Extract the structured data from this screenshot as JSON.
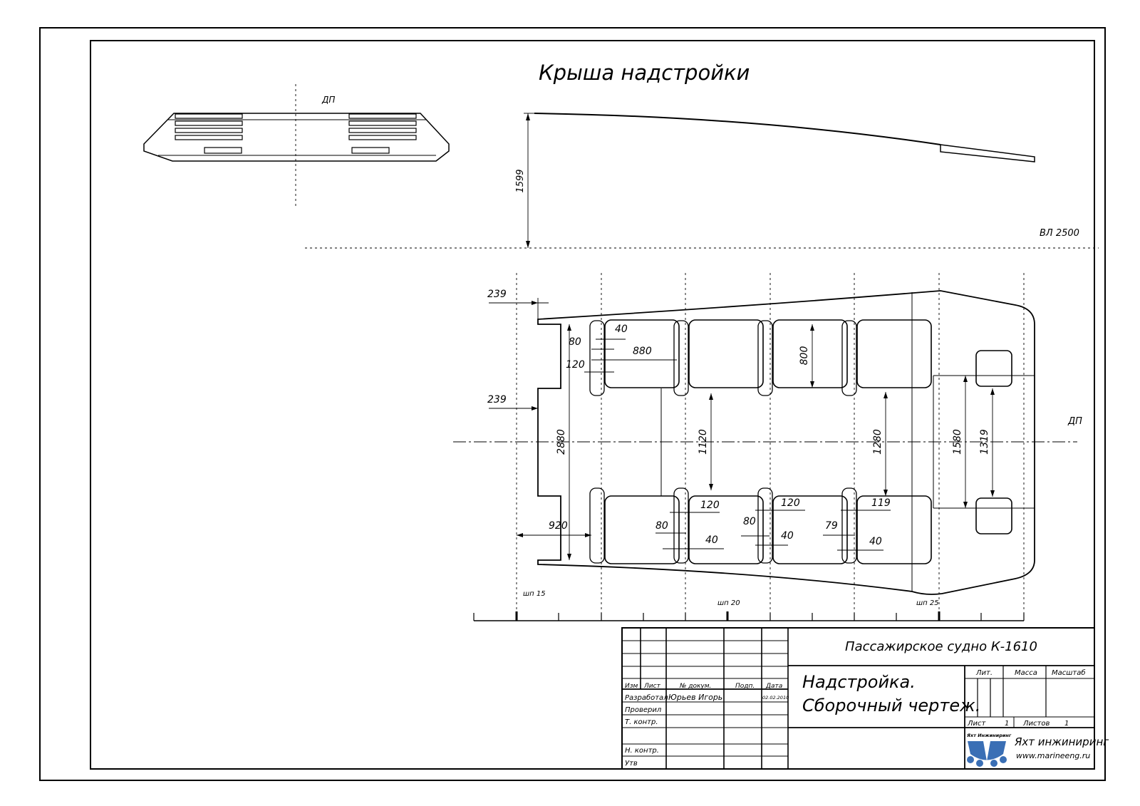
{
  "drawing": {
    "title": "Крыша надстройки",
    "center_label_top": "ДП",
    "center_label_plan": "ДП",
    "waterline_label": "ВЛ 2500",
    "height_dim": "1599",
    "frames": [
      "шп 15",
      "шп 20",
      "шп 25"
    ],
    "dims": {
      "d239a": "239",
      "d239b": "239",
      "d40a": "40",
      "d80a": "80",
      "d880": "880",
      "d120a": "120",
      "d800": "800",
      "d2880": "2880",
      "d1120": "1120",
      "d1280": "1280",
      "d1580": "1580",
      "d1319": "1319",
      "d920": "920",
      "d80b": "80",
      "d120b": "120",
      "d40b": "40",
      "d80c": "80",
      "d120c": "120",
      "d40c": "40",
      "d79": "79",
      "d119": "119",
      "d40d": "40"
    }
  },
  "title_block": {
    "project": "Пассажирское судно К-1610",
    "doc_title_1": "Надстройка.",
    "doc_title_2": "Сборочный чертеж.",
    "headers": {
      "izm": "Изм",
      "list": "Лист",
      "ndoc": "№ докум.",
      "podp": "Подп.",
      "data": "Дата"
    },
    "rows": {
      "razrab": "Разработал",
      "razrab_name": "Юрьев Игорь",
      "razrab_date": "02.02.2010",
      "proveril": "Проверил",
      "tkontr": "Т. контр.",
      "nkontr": "Н. контр.",
      "utv": "Утв"
    },
    "lit": "Лит.",
    "massa": "Масса",
    "masshtab": "Масштаб",
    "sheet_label": "Лист",
    "sheet_num": "1",
    "sheets_label": "Листов",
    "sheets_num": "1",
    "logo_caption": "Яхт Инжиниринг",
    "company": "Яхт инжиниринг",
    "website": "www.marineeng.ru",
    "logo_color": "#3a6fb5"
  }
}
